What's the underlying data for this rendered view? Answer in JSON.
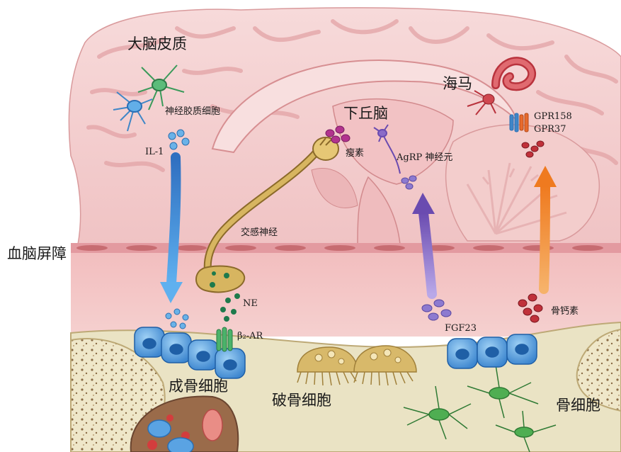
{
  "labels": {
    "cortex": "大脑皮质",
    "glia": "神经胶质细胞",
    "il1": "IL-1",
    "hypothalamus": "下丘脑",
    "hippocampus": "海马",
    "gpr158": "GPR158",
    "gpr37": "GPR37",
    "leptin": "瘦素",
    "agrp": "AgRP 神经元",
    "sympathetic": "交感神经",
    "bbb": "血脑屏障",
    "ne": "NE",
    "beta2ar": "β₂-AR",
    "fgf23": "FGF23",
    "osteocalcin": "骨钙素",
    "osteoblast": "成骨细胞",
    "osteoclast": "破骨细胞",
    "osteocyte": "骨细胞"
  },
  "colors": {
    "brain": "#f4cfcf",
    "brain_fold": "#e7a9ab",
    "blood_layer": "#f3c6c6",
    "endothelium": "#c86b6e",
    "bone_matrix": "#e9e2c2",
    "arrow_blue": "#3a8fd8",
    "arrow_purple": "#8a6bc8",
    "arrow_orange": "#f08a2c",
    "ne_green": "#1e7a4c",
    "osteocalcin_red": "#c0313a"
  }
}
